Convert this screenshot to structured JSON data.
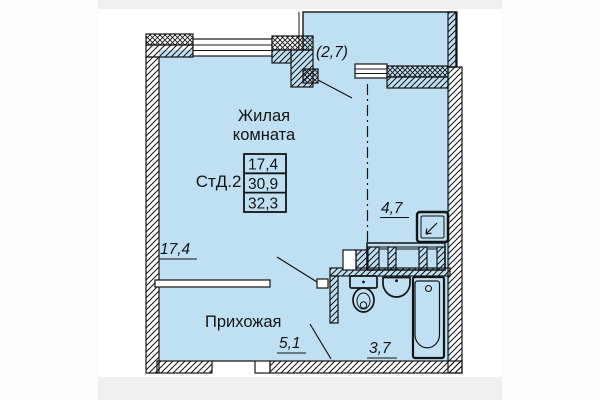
{
  "unit": {
    "label": "СтД.2"
  },
  "area_table": {
    "values": [
      "17,4",
      "30,9",
      "32,3"
    ]
  },
  "rooms": {
    "living": {
      "label_line1": "Жилая",
      "label_line2": "комната",
      "area": "17,4"
    },
    "hallway": {
      "label": "Прихожая",
      "area": "5,1"
    },
    "bathroom": {
      "area": "3,7"
    },
    "kitchen": {
      "area": "4,7"
    },
    "balcony": {
      "area": "(2,7)"
    }
  },
  "colors": {
    "room_fill": "#bfe0f2",
    "line": "#141414",
    "sheet": "#ffffff",
    "page_band": "#efefef",
    "page_bg": "#fcfcfc"
  }
}
